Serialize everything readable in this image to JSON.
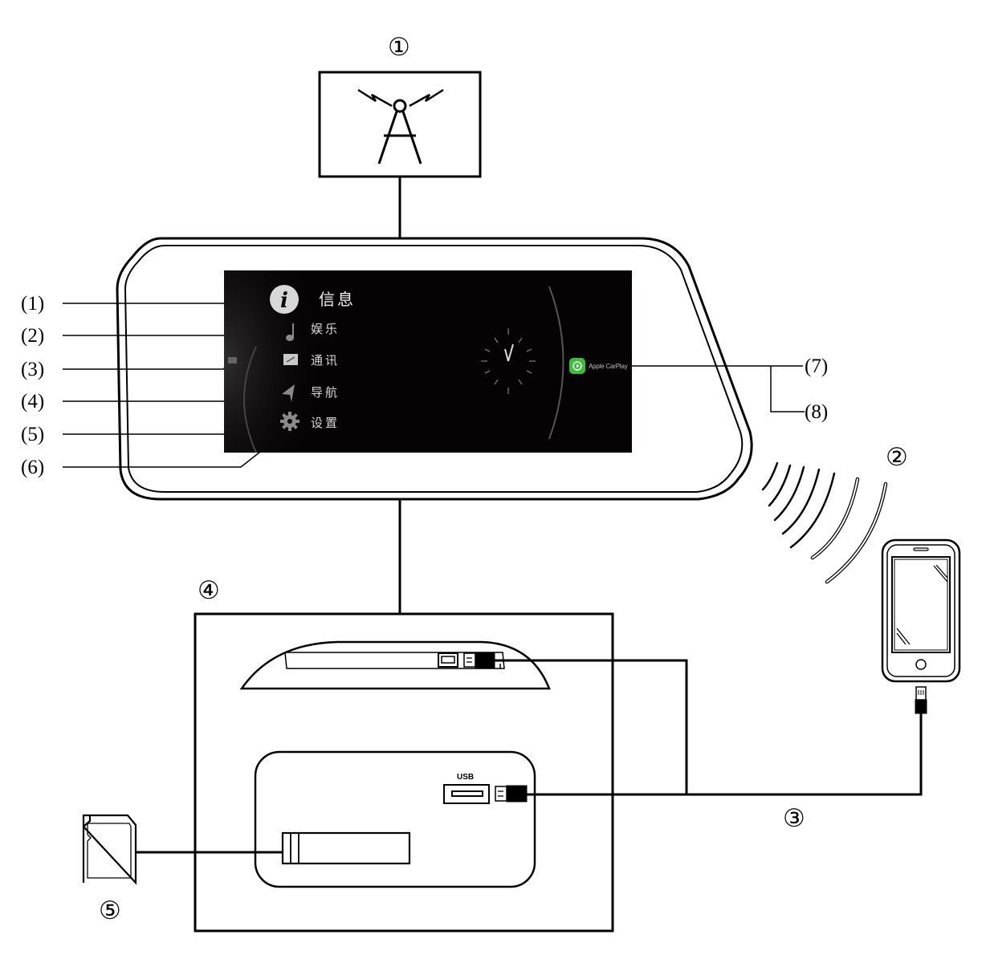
{
  "callouts": {
    "c1": "①",
    "c2": "②",
    "c3": "③",
    "c4": "④",
    "c5": "⑤"
  },
  "labels": {
    "l1": "(1)",
    "l2": "(2)",
    "l3": "(3)",
    "l4": "(4)",
    "l5": "(5)",
    "l6": "(6)",
    "l7": "(7)",
    "l8": "(8)"
  },
  "screen": {
    "menu": [
      {
        "label": "信息",
        "icon": "info-icon"
      },
      {
        "label": "娱乐",
        "icon": "music-note-icon"
      },
      {
        "label": "通讯",
        "icon": "phone-icon"
      },
      {
        "label": "导航",
        "icon": "navigation-arrow-icon"
      },
      {
        "label": "设置",
        "icon": "gear-icon"
      }
    ],
    "carplay_label": "Apple CarPlay",
    "carplay_color": "#3bbf3b"
  },
  "host_unit": {
    "usb_label": "USB"
  }
}
